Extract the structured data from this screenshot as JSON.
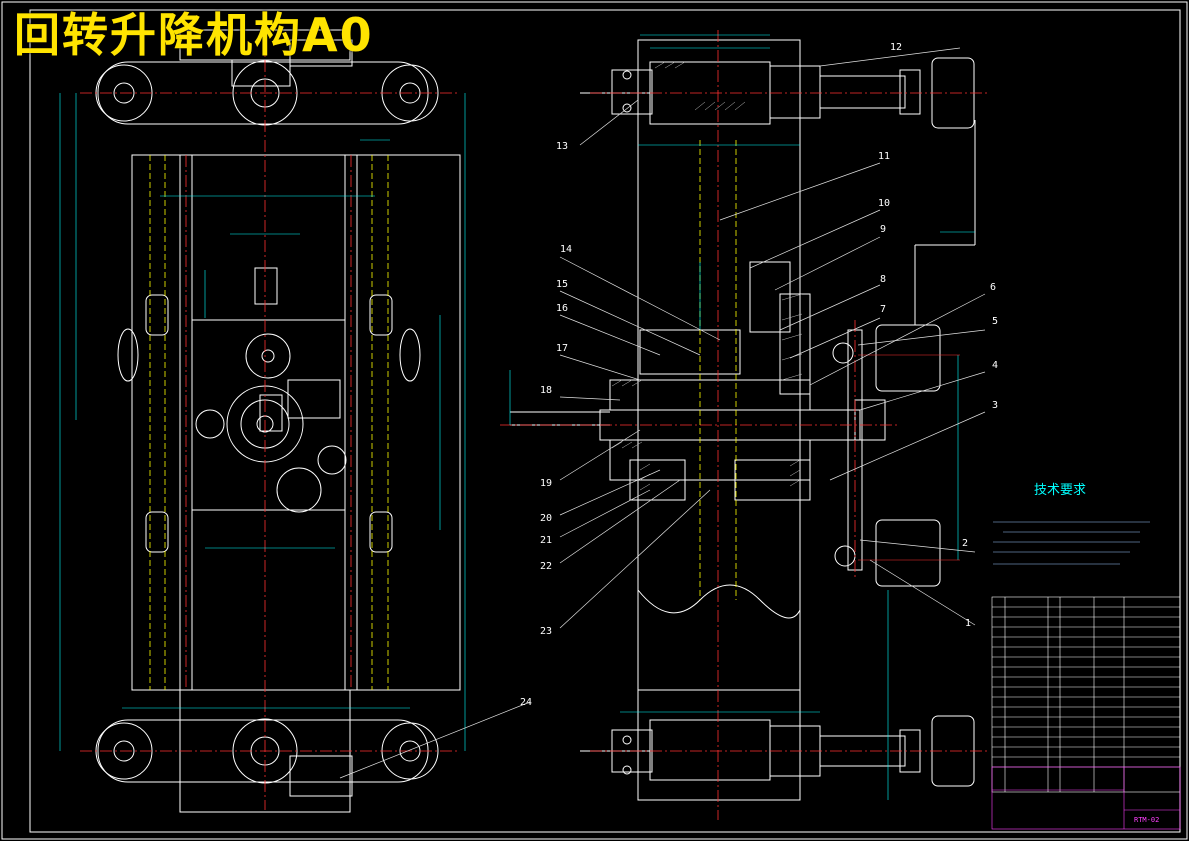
{
  "title": "回转升降机构A0",
  "technical_requirements": {
    "heading": "技术要求"
  },
  "callouts": [
    "1",
    "2",
    "3",
    "4",
    "5",
    "6",
    "7",
    "8",
    "9",
    "10",
    "11",
    "12",
    "13",
    "14",
    "15",
    "16",
    "17",
    "18",
    "19",
    "20",
    "21",
    "22",
    "23",
    "24"
  ],
  "title_block": {
    "drawing_no": "RTM-02"
  },
  "colors": {
    "background": "#000000",
    "outline": "#ffffff",
    "dimension": "#00ffff",
    "centerline": "#ff3030",
    "hidden": "#ffff00",
    "hatch": "#c0c0c0",
    "title_text": "#ffe400",
    "title_block": "#ff40ff"
  }
}
